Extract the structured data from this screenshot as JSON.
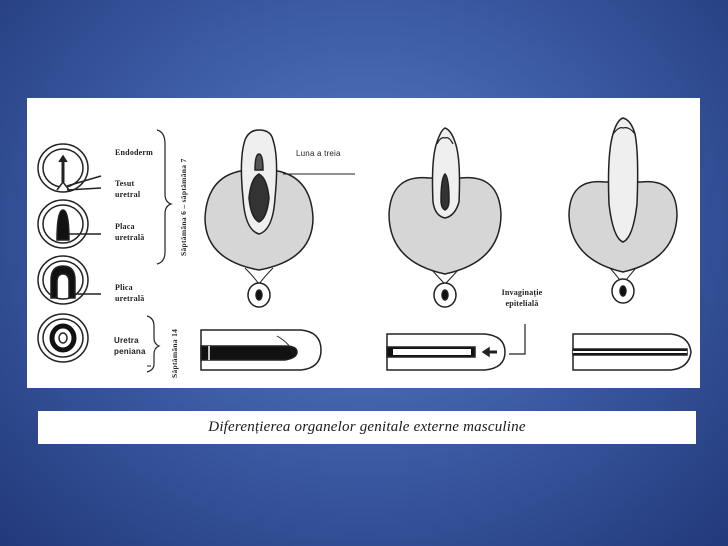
{
  "labels": {
    "endoderm": "Endoderm",
    "tesut_line1": "Tesut",
    "tesut_line2": "uretral",
    "placa_line1": "Placa",
    "placa_line2": "uretrală",
    "plica_line1": "Plica",
    "plica_line2": "uretrală",
    "uretra_line1": "Uretra",
    "uretra_line2": "peniana",
    "saptamana_6_7": "Săptămâna 6 – săptămâna 7",
    "saptamana_14": "Săptămâna 14",
    "luna_a_treia": "Luna a treia",
    "invaginatie_line1": "Invaginație",
    "invaginatie_line2": "epitelială"
  },
  "caption": "Diferențierea organelor genitale externe masculine"
}
